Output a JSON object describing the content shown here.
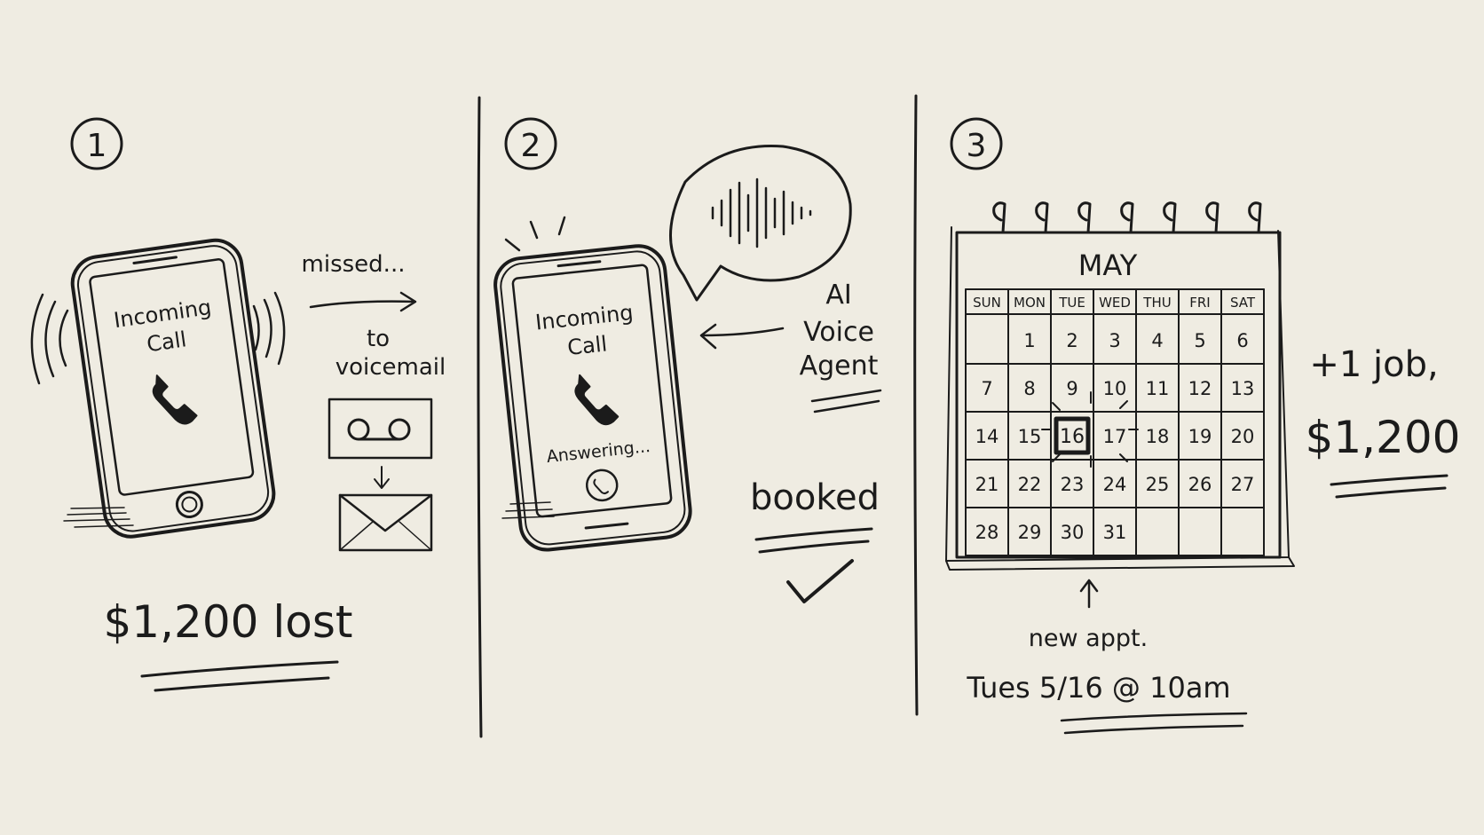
{
  "panel1": {
    "number": "1",
    "phone_line1": "Incoming",
    "phone_line2": "Call",
    "missed": "missed...",
    "to": "to",
    "voicemail": "voicemail",
    "lost": "$1,200 lost"
  },
  "panel2": {
    "number": "2",
    "phone_line1": "Incoming",
    "phone_line2": "Call",
    "answering": "Answering...",
    "agent_line1": "AI",
    "agent_line2": "Voice",
    "agent_line3": "Agent",
    "booked": "booked"
  },
  "panel3": {
    "number": "3",
    "month": "MAY",
    "weekdays": [
      "SUN",
      "MON",
      "TUE",
      "WED",
      "THU",
      "FRI",
      "SAT"
    ],
    "weeks": [
      [
        "",
        "1",
        "2",
        "3",
        "4",
        "5",
        "6"
      ],
      [
        "7",
        "8",
        "9",
        "10",
        "11",
        "12",
        "13"
      ],
      [
        "14",
        "15",
        "16",
        "17",
        "18",
        "19",
        "20"
      ],
      [
        "21",
        "22",
        "23",
        "24",
        "25",
        "26",
        "27"
      ],
      [
        "28",
        "29",
        "30",
        "31",
        "",
        "",
        ""
      ]
    ],
    "highlighted_day": "16",
    "job_line1": "+1 job,",
    "job_line2": "$1,200",
    "appt_line1": "new appt.",
    "appt_line2": "Tues 5/16 @ 10am"
  },
  "colors": {
    "ink": "#1b1b1b",
    "paper": "#efece2"
  }
}
